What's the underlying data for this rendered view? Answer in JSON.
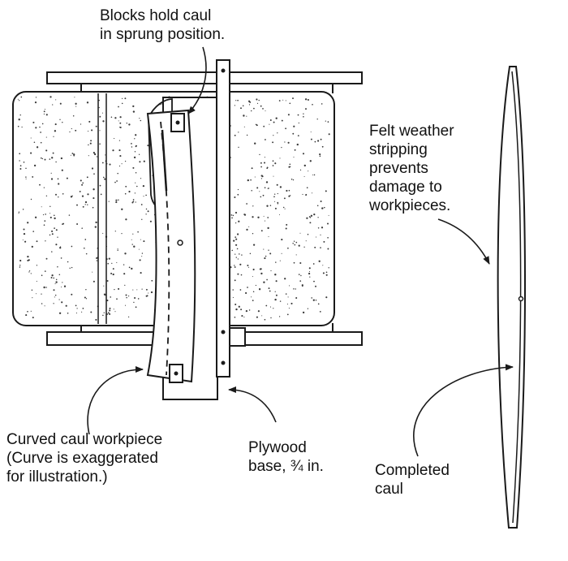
{
  "colors": {
    "ink": "#1a1a1a",
    "paper": "#ffffff",
    "felt_speckle": "#3a3a3a"
  },
  "labels": {
    "blocks": [
      "Blocks hold caul",
      "in sprung position."
    ],
    "felt": [
      "Felt weather",
      "stripping",
      "prevents",
      "damage to",
      "workpieces."
    ],
    "curved_caul": [
      "Curved caul workpiece",
      "(Curve is exaggerated",
      "for illustration.)"
    ],
    "plywood": [
      "Plywood",
      "base, ¾ in."
    ],
    "completed": [
      "Completed",
      "caul"
    ]
  }
}
